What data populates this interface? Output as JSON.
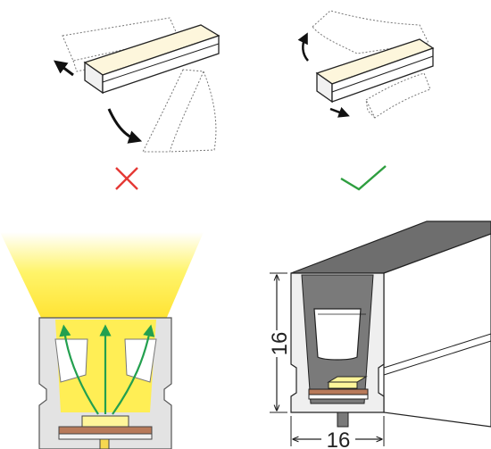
{
  "diagram": {
    "panels": [
      {
        "id": "wrong-bend",
        "status": "incorrect",
        "mark": "cross"
      },
      {
        "id": "correct-bend",
        "status": "correct",
        "mark": "check"
      },
      {
        "id": "light-emission-section"
      },
      {
        "id": "profile-dimensions"
      }
    ],
    "dimensions": {
      "height_label": "16",
      "width_label": "16"
    },
    "colors": {
      "cross": "#e53935",
      "check": "#2e9e3f",
      "light_beam": "#ffe94a",
      "arrows": "#23a04f",
      "profile_dark": "#6e6e6e",
      "profile_light": "#e8e8e8",
      "led_chip": "#fff59a",
      "pcb": "#b87a5a"
    }
  }
}
